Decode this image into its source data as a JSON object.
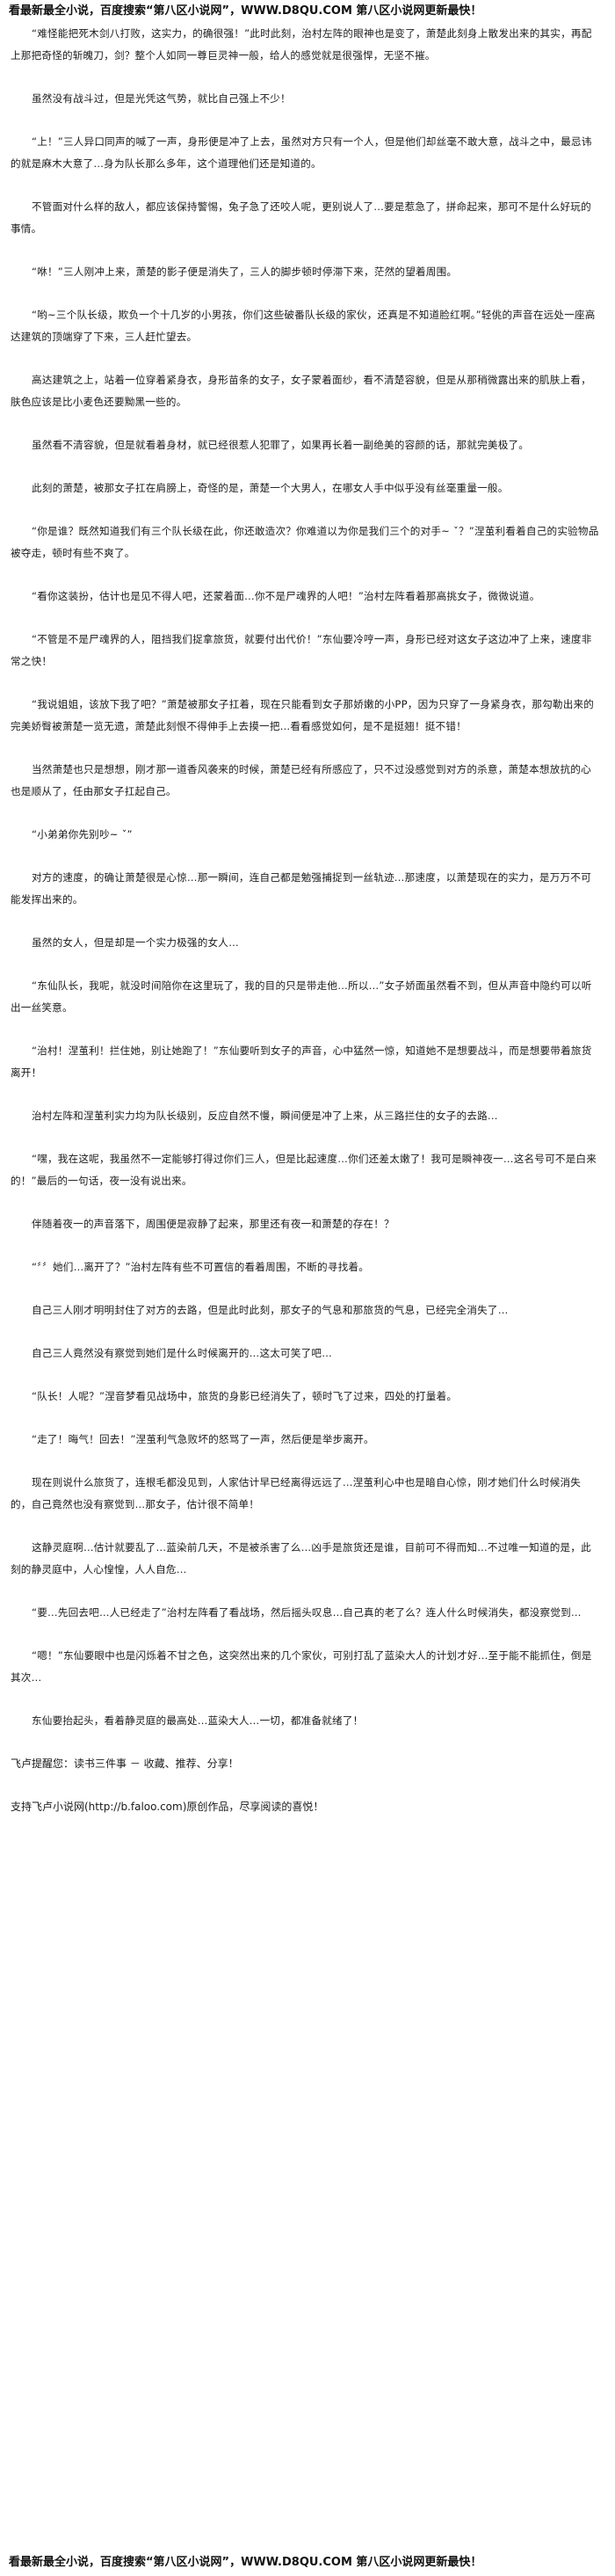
{
  "banner": {
    "top": "看最新最全小说，百度搜索“第八区小说网”，WWW.D8QU.COM 第八区小说网更新最快！",
    "bottom": "看最新最全小说，百度搜索“第八区小说网”，WWW.D8QU.COM 第八区小说网更新最快！"
  },
  "paragraphs": [
    "“难怪能把死木剑八打败，这实力，的确很强！”此时此刻，治村左阵的眼神也是变了，萧楚此刻身上散发出来的其实，再配上那把奇怪的斩魄刀，剑？整个人如同一尊巨灵神一般，给人的感觉就是很强悍，无坚不摧。",
    "虽然没有战斗过，但是光凭这气势，就比自己强上不少！",
    "“上！”三人异口同声的喊了一声，身形便是冲了上去，虽然对方只有一个人，但是他们却丝毫不敢大意，战斗之中，最忌讳的就是麻木大意了…身为队长那么多年，这个道理他们还是知道的。",
    "不管面对什么样的敌人，都应该保持警惕，兔子急了还咬人呢，更别说人了…要是惹急了，拼命起来，那可不是什么好玩的事情。",
    "“咻！”三人刚冲上来，萧楚的影子便是消失了，三人的脚步顿时停滞下来，茫然的望着周围。",
    "“哟~三个队长级，欺负一个十几岁的小男孩，你们这些破番队长级的家伙，还真是不知道脸红啊。”轻佻的声音在远处一座高达建筑的顶端穿了下来，三人赶忙望去。",
    "高达建筑之上，站着一位穿着紧身衣，身形苗条的女子，女子蒙着面纱，看不清楚容貌，但是从那稍微露出来的肌肤上看，肤色应该是比小麦色还要黝黑一些的。",
    "虽然看不清容貌，但是就看着身材，就已经很惹人犯罪了，如果再长着一副绝美的容颜的话，那就完美极了。",
    "此刻的萧楚，被那女子扛在肩膀上，奇怪的是，萧楚一个大男人，在哪女人手中似乎没有丝毫重量一般。",
    "“你是谁？既然知道我们有三个队长级在此，你还敢造次？你难道以为你是我们三个的对手~ ˇ？”涅茧利看着自己的实验物品被夺走，顿时有些不爽了。",
    "“看你这装扮，估计也是见不得人吧，还蒙着面…你不是尸魂界的人吧！”治村左阵看着那高挑女子，微微说道。",
    "“不管是不是尸魂界的人，阻挡我们捉拿旅货，就要付出代价！”东仙要冷哼一声，身形已经对这女子这边冲了上来，速度非常之快！",
    "“我说姐姐，该放下我了吧？”萧楚被那女子扛着，现在只能看到女子那娇嫩的小PP，因为只穿了一身紧身衣，那勾勒出来的完美娇臀被萧楚一览无遗，萧楚此刻恨不得伸手上去摸一把…看看感觉如何，是不是挺翘！挺不错！",
    "当然萧楚也只是想想，刚才那一道香风袭来的时候，萧楚已经有所感应了，只不过没感觉到对方的杀意，萧楚本想放抗的心也是顺从了，任由那女子扛起自己。",
    "“小弟弟你先别吵~ ˇ”",
    "对方的速度，的确让萧楚很是心惊…那一瞬间，连自己都是勉强捕捉到一丝轨迹…那速度，以萧楚现在的实力，是万万不可能发挥出来的。",
    "虽然的女人，但是却是一个实力极强的女人…",
    "“东仙队长，我呢，就没时间陪你在这里玩了，我的目的只是带走他…所以…”女子娇面虽然看不到，但从声音中隐约可以听出一丝笑意。",
    "“治村！涅茧利！拦住她，别让她跑了！”东仙要听到女子的声音，心中猛然一惊，知道她不是想要战斗，而是想要带着旅货离开！",
    "治村左阵和涅茧利实力均为队长级别，反应自然不慢，瞬间便是冲了上来，从三路拦住的女子的去路…",
    "“嘿，我在这呢，我虽然不一定能够打得过你们三人，但是比起速度…你们还差太嫩了！我可是瞬神夜一…这名号可不是白来的！”最后的一句话，夜一没有说出来。",
    "伴随着夜一的声音落下，周围便是寂静了起来，那里还有夜一和萧楚的存在！？",
    "“〞〞她们…离开了？”治村左阵有些不可置信的看着周围，不断的寻找着。",
    "自己三人刚才明明封住了对方的去路，但是此时此刻，那女子的气息和那旅货的气息，已经完全消失了…",
    "自己三人竟然没有察觉到她们是什么时候离开的…这太可笑了吧…",
    "“队长！人呢？”涅音梦看见战场中，旅货的身影已经消失了，顿时飞了过来，四处的打量着。",
    "“走了！晦气！回去！”涅茧利气急败坏的怒骂了一声，然后便是举步离开。",
    "现在则说什么旅货了，连根毛都没见到，人家估计早已经离得远远了…涅茧利心中也是暗自心惊，刚才她们什么时候消失的，自己竟然也没有察觉到…那女子，估计很不简单！",
    "这静灵庭啊…估计就要乱了…蓝染前几天，不是被杀害了么…凶手是旅货还是谁，目前可不得而知…不过唯一知道的是，此刻的静灵庭中，人心惶惶，人人自危…",
    "“要…先回去吧…人已经走了”治村左阵看了看战场，然后摇头叹息…自己真的老了么？连人什么时候消失，都没察觉到…",
    "“嗯！”东仙要眼中也是闪烁着不甘之色，这突然出来的几个家伙，可别打乱了蓝染大人的计划才好…至于能不能抓住，倒是其次…",
    "东仙要抬起头，看着静灵庭的最高处…蓝染大人…一切，都准备就绪了！"
  ],
  "footer": {
    "author_note": "飞卢提醒您：读书三件事 － 收藏、推荐、分享！",
    "support": "支持飞卢小说网(http://b.faloo.com)原创作品，尽享阅读的喜悦！"
  }
}
